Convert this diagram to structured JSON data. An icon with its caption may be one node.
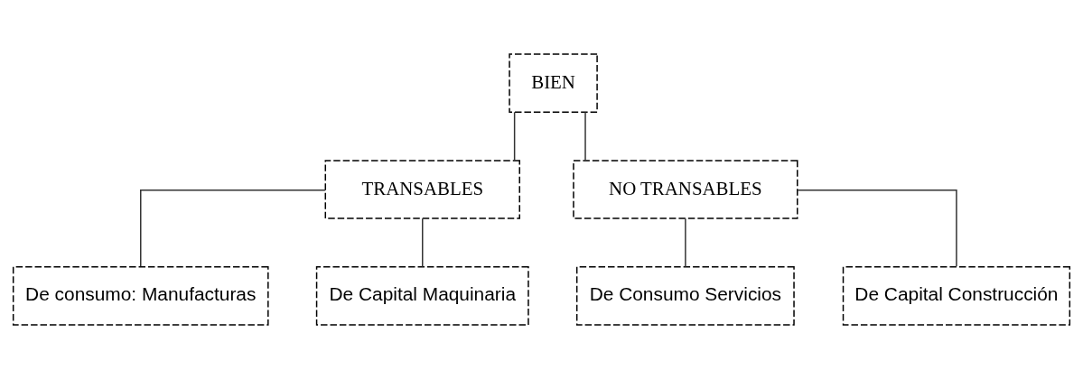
{
  "diagram": {
    "nodes": [
      {
        "text": [
          "BIEN"
        ]
      },
      {
        "text": [
          "TRANSABLES"
        ]
      },
      {
        "text": [
          "NO TRANSABLES"
        ]
      },
      {
        "text": [
          "De consumo: Manufacturas"
        ]
      },
      {
        "text": [
          "De Capital Maquinaria"
        ]
      },
      {
        "text": [
          "De Consumo Servicios"
        ]
      },
      {
        "text": [
          "De Capital Construcción"
        ]
      }
    ],
    "edges": [
      {
        "from": 0,
        "to": 1,
        "arrow": "none"
      },
      {
        "from": 0,
        "to": 2,
        "arrow": "none"
      },
      {
        "from": 1,
        "to": 3,
        "arrow": "none"
      },
      {
        "from": 1,
        "to": 4,
        "arrow": "none"
      },
      {
        "from": 2,
        "to": 5,
        "arrow": "none"
      },
      {
        "from": 2,
        "to": 6,
        "arrow": "none"
      }
    ]
  }
}
